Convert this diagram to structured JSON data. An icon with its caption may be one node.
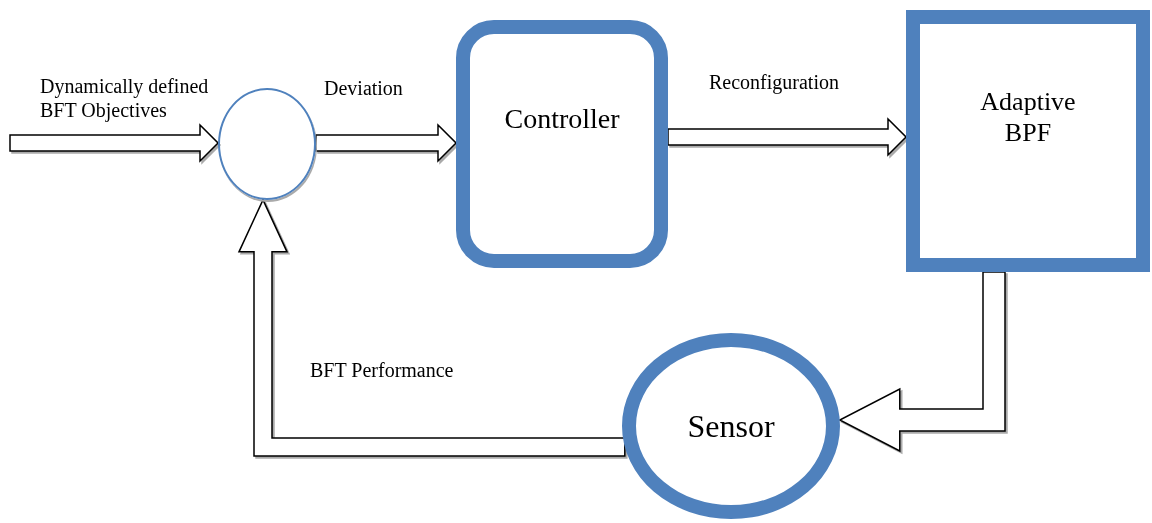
{
  "diagram": {
    "nodes": [
      {
        "text": [],
        "shape": "circle"
      },
      {
        "text": [
          "Controller"
        ]
      },
      {
        "text": [
          "Adaptive BPF"
        ]
      },
      {
        "text": [
          "Sensor"
        ]
      }
    ],
    "edges": [
      {
        "from": null,
        "to": 0,
        "arrow": "to",
        "label": "Dynamically defined BFT Objectives"
      },
      {
        "from": 0,
        "to": 1,
        "arrow": "to",
        "label": "Deviation"
      },
      {
        "from": 1,
        "to": 2,
        "arrow": "to",
        "label": "Reconfiguration"
      },
      {
        "from": 2,
        "to": 3,
        "arrow": "to"
      },
      {
        "from": 3,
        "to": 0,
        "arrow": "to",
        "label": "BFT Performance"
      }
    ]
  }
}
